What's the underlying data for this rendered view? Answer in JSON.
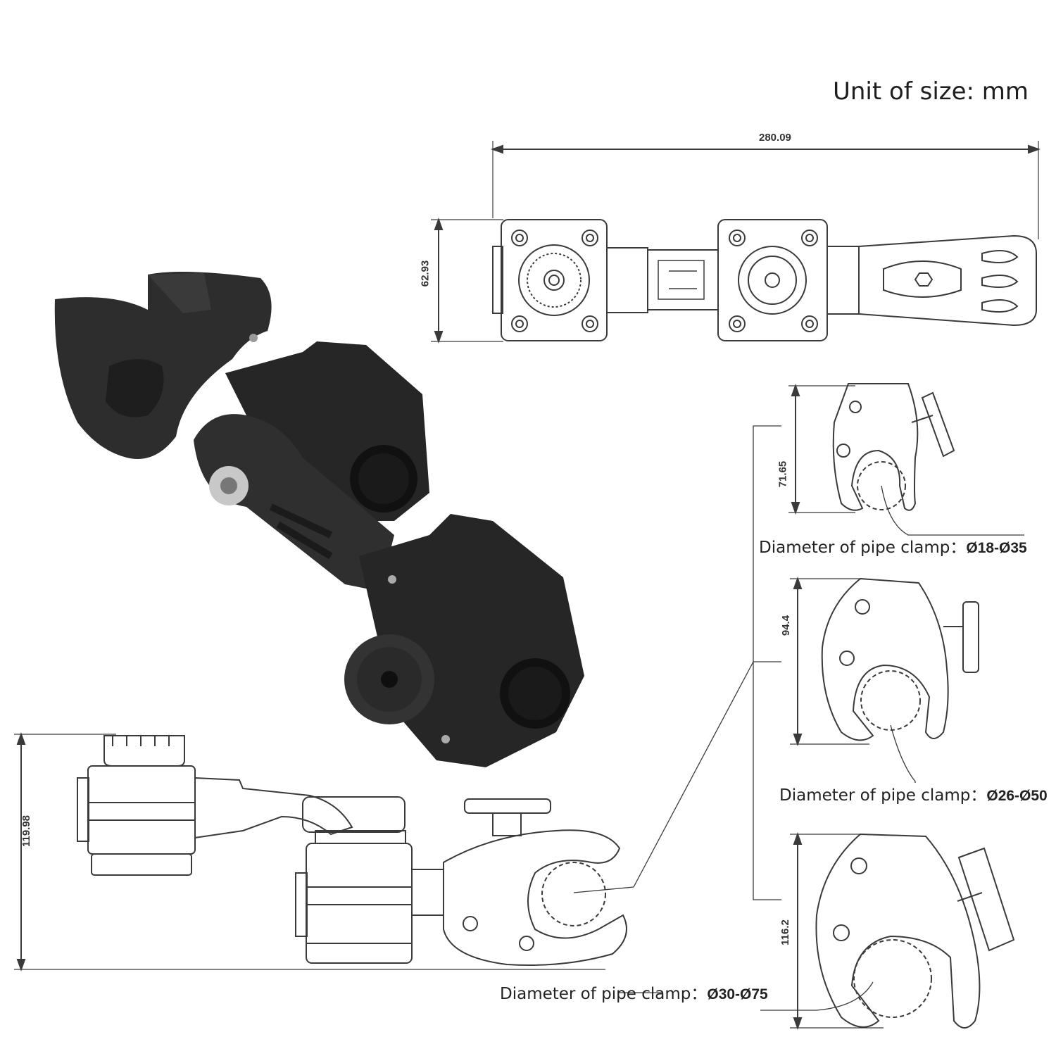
{
  "unit_label": "Unit of size: mm",
  "dimensions": {
    "total_length": "280.09",
    "head_height": "62.93",
    "side_height": "119.98",
    "small_clamp_height": "71.65",
    "medium_clamp_height": "94.4",
    "large_clamp_height": "116.2"
  },
  "pipe_clamps": {
    "small": {
      "label": "Diameter of pipe clamp：",
      "range": "Ø18-Ø35"
    },
    "medium": {
      "label": "Diameter of pipe clamp：",
      "range": "Ø26-Ø50"
    },
    "large": {
      "label": "Diameter of pipe clamp：",
      "range": "Ø30-Ø75"
    }
  },
  "colors": {
    "line": "#3a3a3a",
    "product": "#2b2b2b",
    "product_highlight": "#4a4a4a"
  }
}
